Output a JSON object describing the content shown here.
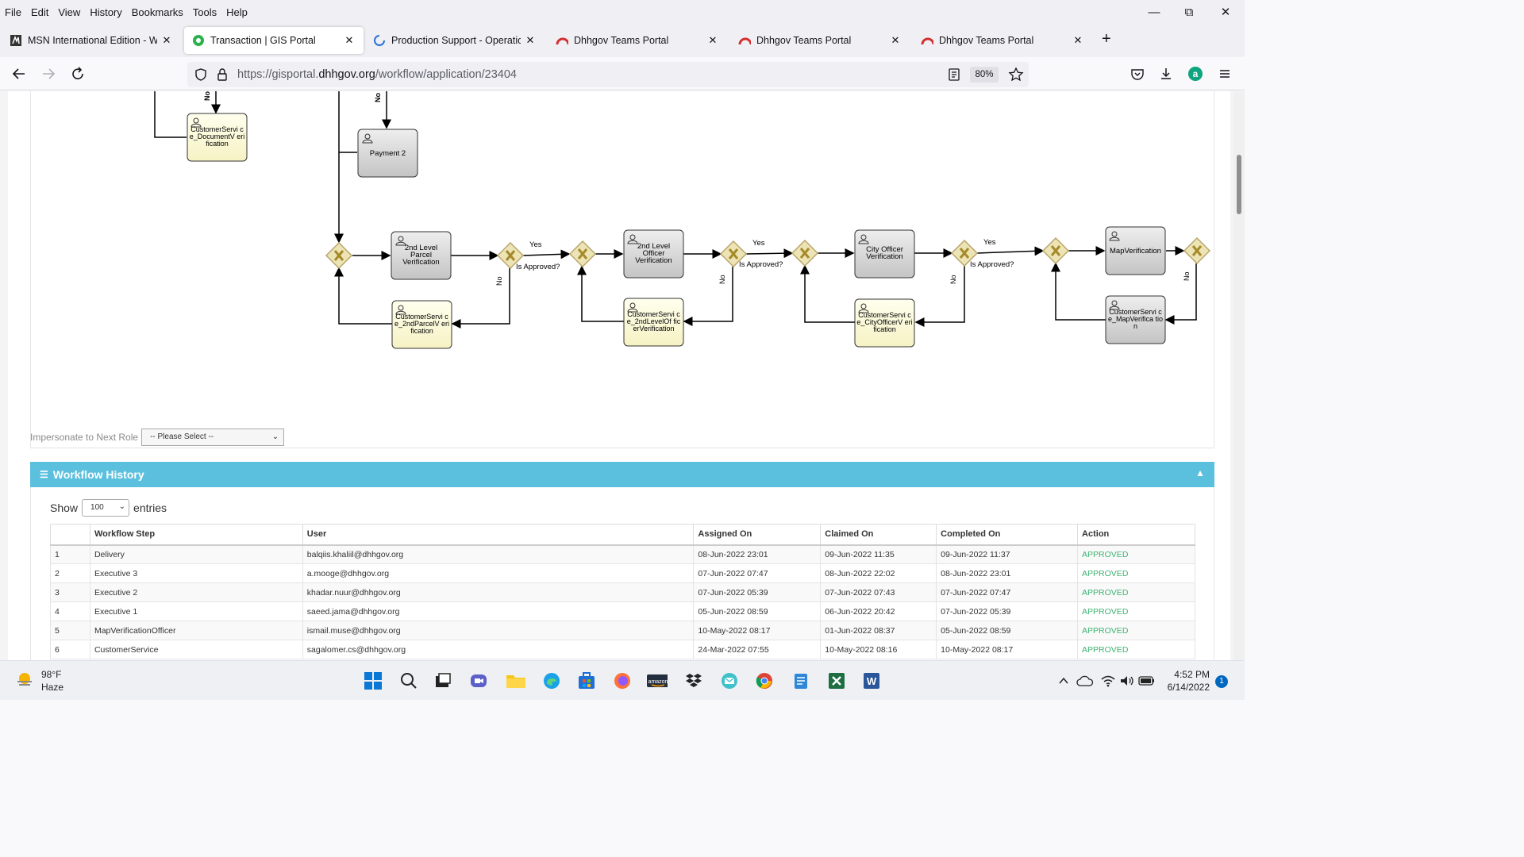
{
  "menubar": [
    "File",
    "Edit",
    "View",
    "History",
    "Bookmarks",
    "Tools",
    "Help"
  ],
  "tabs": [
    {
      "title": "MSN International Edition - Wor",
      "icon": "msn-icon"
    },
    {
      "title": "Transaction | GIS Portal",
      "icon": "gis-portal-icon"
    },
    {
      "title": "Production Support - Operation",
      "icon": "loading-icon"
    },
    {
      "title": "Dhhgov Teams Portal",
      "icon": "teams-portal-icon"
    },
    {
      "title": "Dhhgov Teams Portal",
      "icon": "teams-portal-icon"
    },
    {
      "title": "Dhhgov Teams Portal",
      "icon": "teams-portal-icon"
    }
  ],
  "active_tab": 1,
  "address": {
    "prefix": "https://gisportal.",
    "domain": "dhhgov.org",
    "path": "/workflow/application/23404"
  },
  "zoom": "80%",
  "diagram": {
    "nodes": {
      "doc_verif": "CustomerServi ce_DocumentV erification",
      "payment2": "Payment 2",
      "parcel2": "2nd Level Parcel Verification",
      "cs_parcel2": "CustomerServi ce_2ndParcelV erification",
      "officer2": "2nd Level Officer Verification",
      "cs_officer2": "CustomerServi ce_2ndLevelOf ficerVerification",
      "city_officer": "City Officer Verification",
      "cs_city": "CustomerServi ce_CityOfficerV erification",
      "map_verif": "MapVerification",
      "cs_map": "CustomerServi ce_MapVerifica tion"
    },
    "labels": {
      "yes": "Yes",
      "no": "No",
      "is_approved": "Is Approved?"
    },
    "gateway_symbol": "X"
  },
  "impersonate": {
    "label": "Impersonate to Next Role",
    "selected": "-- Please Select --"
  },
  "workflow_history": {
    "title": "Workflow History",
    "show_label": "Show",
    "entries_value": "100",
    "entries_label": "entries",
    "columns": [
      "",
      "Workflow Step",
      "User",
      "Assigned On",
      "Claimed On",
      "Completed On",
      "Action"
    ],
    "rows": [
      [
        "1",
        "Delivery",
        "balqiis.khaliil@dhhgov.org",
        "08-Jun-2022 23:01",
        "09-Jun-2022 11:35",
        "09-Jun-2022 11:37",
        "APPROVED"
      ],
      [
        "2",
        "Executive 3",
        "a.mooge@dhhgov.org",
        "07-Jun-2022 07:47",
        "08-Jun-2022 22:02",
        "08-Jun-2022 23:01",
        "APPROVED"
      ],
      [
        "3",
        "Executive 2",
        "khadar.nuur@dhhgov.org",
        "07-Jun-2022 05:39",
        "07-Jun-2022 07:43",
        "07-Jun-2022 07:47",
        "APPROVED"
      ],
      [
        "4",
        "Executive 1",
        "saeed.jama@dhhgov.org",
        "05-Jun-2022 08:59",
        "06-Jun-2022 20:42",
        "07-Jun-2022 05:39",
        "APPROVED"
      ],
      [
        "5",
        "MapVerificationOfficer",
        "ismail.muse@dhhgov.org",
        "10-May-2022 08:17",
        "01-Jun-2022 08:37",
        "05-Jun-2022 08:59",
        "APPROVED"
      ],
      [
        "6",
        "CustomerService",
        "sagalomer.cs@dhhgov.org",
        "24-Mar-2022 07:55",
        "10-May-2022 08:16",
        "10-May-2022 08:17",
        "APPROVED"
      ]
    ]
  },
  "taskbar": {
    "weather_temp": "98°F",
    "weather_desc": "Haze",
    "time": "4:52 PM",
    "date": "6/14/2022",
    "notifications": "1"
  },
  "colors": {
    "header_blue": "#5bc0de",
    "approved_green": "#3cb371",
    "task_gray": "#d0d0d0",
    "cs_yellow": "#ffffdd",
    "gateway_gold": "#c8b46e"
  }
}
